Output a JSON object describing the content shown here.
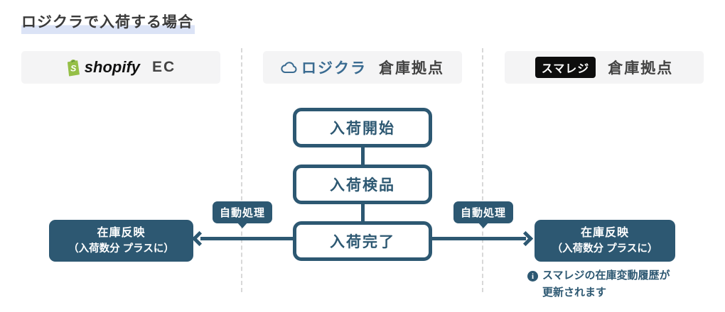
{
  "title": "ロジクラで入荷する場合",
  "headers": {
    "shopify": {
      "brand": "shopify",
      "suffix": "EC"
    },
    "logikura": {
      "brand": "ロジクラ",
      "suffix": "倉庫拠点"
    },
    "smaregi": {
      "brand": "スマレジ",
      "suffix": "倉庫拠点"
    }
  },
  "flow": {
    "step1": "入荷開始",
    "step2": "入荷検品",
    "step3": "入荷完了"
  },
  "badges": {
    "auto_left": "自動処理",
    "auto_right": "自動処理"
  },
  "stock_left": {
    "line1": "在庫反映",
    "line2": "（入荷数分 プラスに）"
  },
  "stock_right": {
    "line1": "在庫反映",
    "line2": "（入荷数分 プラスに）"
  },
  "note": {
    "icon_glyph": "i",
    "line1": "スマレジの在庫変動履歴が",
    "line2": "更新されます"
  },
  "colors": {
    "accent": "#2d5872",
    "logikura_blue": "#3a6b91",
    "shopify_green": "#95BF47",
    "header_bg": "#f4f4f5",
    "highlight": "#dbe3f6",
    "title_color": "#3a3a3a",
    "divider": "#d8d8d8"
  }
}
